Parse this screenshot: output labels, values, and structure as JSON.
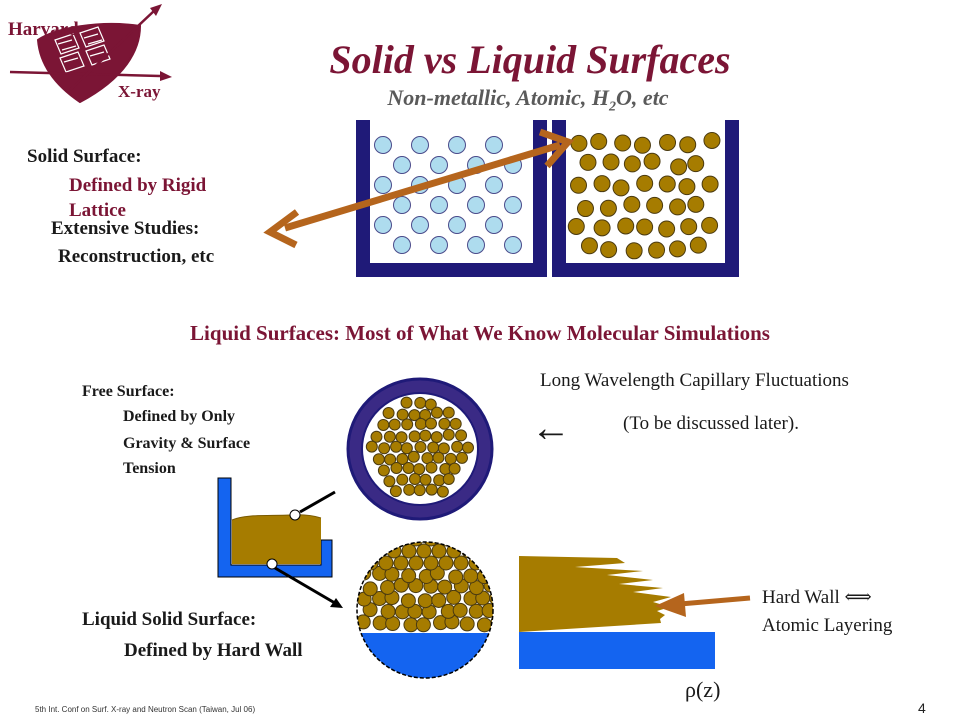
{
  "slide": {
    "title": "Solid vs Liquid Surfaces",
    "subtitle_pre": "Non-metallic, Atomic, H",
    "subtitle_sub": "2",
    "subtitle_post": "O, etc",
    "logo": {
      "top": "Harvard",
      "bottom": "X-ray"
    },
    "solid": {
      "heading": "Solid Surface:",
      "defined": "Defined by Rigid Lattice",
      "studies": "Extensive Studies:",
      "reconstruction": "Reconstruction, etc"
    },
    "liquid_heading": "Liquid Surfaces: Most of What We Know Molecular Simulations",
    "free": {
      "heading": "Free Surface:",
      "line1": "Defined by Only",
      "line2": "Gravity & Surface",
      "line3": "Tension"
    },
    "capillary": {
      "line1": "Long Wavelength Capillary Fluctuations",
      "line2": "(To be discussed later)."
    },
    "liquid_solid": {
      "heading": "Liquid Solid Surface:",
      "defined": "Defined by Hard Wall"
    },
    "hard_wall": {
      "line1": "Hard Wall ⟺",
      "line2": "Atomic Layering"
    },
    "rho_label": "ρ(z)",
    "left_arrow": "←",
    "footer": "5th Int. Conf on Surf. X-ray and Neutron Scan (Taiwan, Jul 06)",
    "page_number": "4",
    "colors": {
      "title": "#7b1535",
      "navy": "#1f1a78",
      "light_blue": "#aedcee",
      "gold": "#a67c00",
      "blue_fill": "#1464f0",
      "arrow": "#b5651d"
    }
  }
}
